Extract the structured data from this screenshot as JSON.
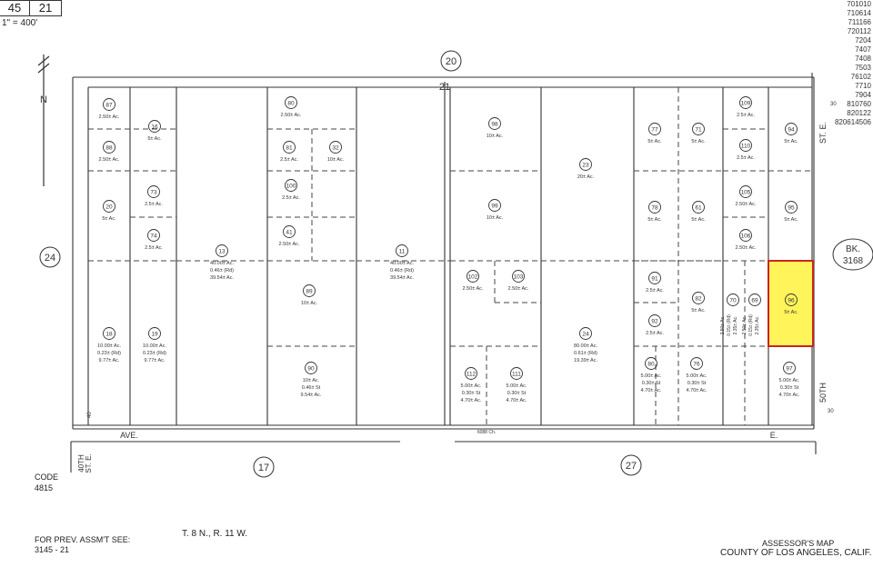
{
  "header": {
    "page_left": "45",
    "page_right": "21",
    "scale": "1\" = 400'"
  },
  "doc_numbers": [
    "701010",
    "710614",
    "711166",
    "720112",
    "7204",
    "7407",
    "7408",
    "7503",
    "76102",
    "7710",
    "7904",
    "810760",
    "820122",
    "820614506"
  ],
  "neighbors": {
    "top": "20",
    "left": "24",
    "bottom_left": "17",
    "bottom_right": "27",
    "book_label": "BK.",
    "book_number": "3168"
  },
  "section_number": "21",
  "streets": {
    "ave_left": "AVE.",
    "ave_right": "E.",
    "street_50th_a": "50TH",
    "street_50th_b": "ST. E.",
    "street_40th_a": "40TH",
    "street_40th_b": "ST. E.",
    "dim_30": "30",
    "dim_40": "40",
    "dim_6088": "6088 Ch."
  },
  "code": {
    "label": "CODE",
    "value": "4815"
  },
  "prev": {
    "label": "FOR PREV. ASSM'T SEE:",
    "value": "3145 - 21"
  },
  "township": "T. 8 N., R. 11 W.",
  "assessor": {
    "line1": "ASSESSOR'S MAP",
    "line2": "COUNTY OF LOS ANGELES, CALIF."
  },
  "highlight_color": "#fff45a",
  "highlight_border": "#cc2222",
  "parcels": [
    {
      "id": "87",
      "area": [
        "2.50± Ac."
      ]
    },
    {
      "id": "88",
      "area": [
        "2.50± Ac."
      ]
    },
    {
      "id": "16",
      "area": [
        "5± Ac."
      ]
    },
    {
      "id": "73",
      "area": [
        "2.5± Ac."
      ]
    },
    {
      "id": "74",
      "area": [
        "2.5± Ac."
      ]
    },
    {
      "id": "20",
      "area": [
        "5± Ac."
      ]
    },
    {
      "id": "18",
      "area": [
        "10.00± Ac.",
        "0.23± (Rd)",
        "9.77± Ac."
      ]
    },
    {
      "id": "19",
      "area": [
        "10.00± Ac.",
        "0.23± (Rd)",
        "9.77± Ac."
      ]
    },
    {
      "id": "13",
      "area": [
        "40.00± Ac.",
        "0.46± (Rd)",
        "39.54± Ac."
      ]
    },
    {
      "id": "80",
      "area": [
        "2.50± Ac."
      ]
    },
    {
      "id": "81",
      "area": [
        "2.5± Ac."
      ]
    },
    {
      "id": "32",
      "area": [
        "10± Ac."
      ]
    },
    {
      "id": "100",
      "area": [
        "2.5± Ac."
      ]
    },
    {
      "id": "41",
      "area": [
        "2.50± Ac."
      ]
    },
    {
      "id": "89",
      "area": [
        "10± Ac."
      ]
    },
    {
      "id": "90",
      "area": [
        "10± Ac.",
        "0.46± St",
        "9.54± Ac."
      ]
    },
    {
      "id": "11",
      "area": [
        "40.00± Ac.",
        "0.46± (Rd)",
        "39.54± Ac."
      ]
    },
    {
      "id": "98",
      "area": [
        "10± Ac."
      ]
    },
    {
      "id": "99",
      "area": [
        "10± Ac."
      ]
    },
    {
      "id": "23",
      "area": [
        "20± Ac."
      ]
    },
    {
      "id": "102",
      "area": [
        "2.50± Ac."
      ]
    },
    {
      "id": "103",
      "area": [
        "2.50± Ac."
      ]
    },
    {
      "id": "24",
      "area": [
        "80.00± Ac.",
        "0.61± (Rd)",
        "19.39± Ac."
      ]
    },
    {
      "id": "112",
      "area": [
        "5.00± Ac.",
        "0.30± St",
        "4.70± Ac."
      ]
    },
    {
      "id": "111",
      "area": [
        "5.00± Ac.",
        "0.30± St",
        "4.70± Ac."
      ]
    },
    {
      "id": "77",
      "area": [
        "5± Ac."
      ]
    },
    {
      "id": "71",
      "area": [
        "5± Ac."
      ]
    },
    {
      "id": "109",
      "area": [
        "2.5± Ac."
      ]
    },
    {
      "id": "110",
      "area": [
        "2.5± Ac."
      ]
    },
    {
      "id": "94",
      "area": [
        "5± Ac."
      ]
    },
    {
      "id": "78",
      "area": [
        "5± Ac."
      ]
    },
    {
      "id": "61",
      "area": [
        "5± Ac."
      ]
    },
    {
      "id": "105",
      "area": [
        "2.50± Ac."
      ]
    },
    {
      "id": "106",
      "area": [
        "2.50± Ac."
      ]
    },
    {
      "id": "95",
      "area": [
        "5± Ac."
      ]
    },
    {
      "id": "91",
      "area": [
        "2.5± Ac."
      ]
    },
    {
      "id": "92",
      "area": [
        "2.5± Ac."
      ]
    },
    {
      "id": "82",
      "area": [
        "5± Ac."
      ]
    },
    {
      "id": "70",
      "area": [
        "2.50± Ac.",
        "0.15± (Rd)",
        "2.35± Ac."
      ]
    },
    {
      "id": "69",
      "area": [
        "2.50± Ac.",
        "0.15± (Rd)",
        "2.35± Ac."
      ]
    },
    {
      "id": "96",
      "area": [
        "5± Ac."
      ]
    },
    {
      "id": "80",
      "area": [
        "5.00± Ac.",
        "0.30± St",
        "4.70± Ac."
      ]
    },
    {
      "id": "76",
      "area": [
        "5.00± Ac.",
        "0.30± St",
        "4.70± Ac."
      ]
    },
    {
      "id": "97",
      "area": [
        "5.00± Ac.",
        "0.30± St",
        "4.70± Ac."
      ]
    }
  ]
}
